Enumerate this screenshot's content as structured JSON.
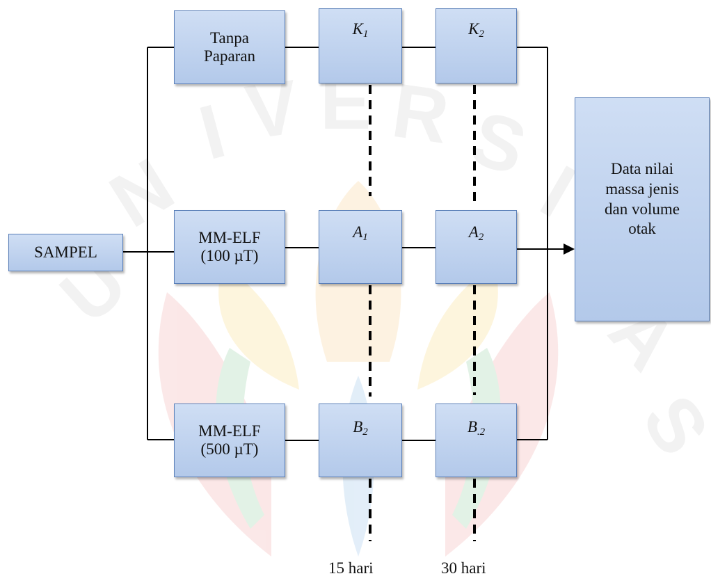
{
  "nodes": {
    "sampel": "SAMPEL",
    "tanpa": {
      "line1": "Tanpa",
      "line2": "Paparan"
    },
    "k1": {
      "main": "K",
      "sub": "1"
    },
    "k2": {
      "main": "K",
      "sub": "2"
    },
    "mm100": {
      "line1": "MM-ELF",
      "line2": "(100 µT)"
    },
    "a1": {
      "main": "A",
      "sub": "1"
    },
    "a2": {
      "main": "A",
      "sub": "2"
    },
    "mm500": {
      "line1": "MM-ELF",
      "line2": "(500 µT)"
    },
    "b1": {
      "main": "B",
      "sub": "2"
    },
    "b2": {
      "main": "B",
      "sub": ".2"
    },
    "output": {
      "line1": "Data nilai",
      "line2": "massa jenis",
      "line3": "dan volume",
      "line4": "otak"
    }
  },
  "time_labels": {
    "t1": "15 hari",
    "t2": "30 hari"
  },
  "colors": {
    "box_fill_top": "#cfdef4",
    "box_fill_bottom": "#b3c9ea",
    "box_border": "#5a7fb8",
    "line": "#000000"
  }
}
